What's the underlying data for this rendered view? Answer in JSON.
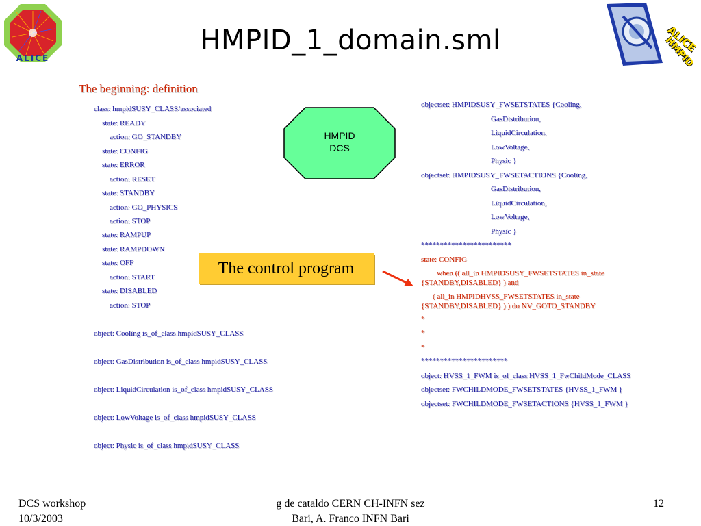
{
  "title": "HMPID_1_domain.sml",
  "section_heading": "The beginning: definition",
  "left_lines": [
    "class: hmpidSUSY_CLASS/associated",
    "state: READY",
    "action: GO_STANDBY",
    "state: CONFIG",
    "state: ERROR",
    "action: RESET",
    "state: STANDBY",
    "action: GO_PHYSICS",
    "action: STOP",
    "state: RAMPUP",
    "state: RAMPDOWN",
    "state: OFF",
    "action: START",
    "state: DISABLED",
    "action: STOP"
  ],
  "objects": [
    "object: Cooling is_of_class hmpidSUSY_CLASS",
    "object: GasDistribution is_of_class hmpidSUSY_CLASS",
    "object: LiquidCirculation is_of_class hmpidSUSY_CLASS",
    "object: LowVoltage is_of_class hmpidSUSY_CLASS",
    "object: Physic is_of_class hmpidSUSY_CLASS"
  ],
  "octagon": {
    "line1": "HMPID",
    "line2": "DCS",
    "fill": "#66ff99"
  },
  "callout": "The control program",
  "right_lines": [
    "objectset: HMPIDSUSY_FWSETSTATES {Cooling,",
    "GasDistribution,",
    "LiquidCirculation,",
    "LowVoltage,",
    "Physic }",
    "objectset: HMPIDSUSY_FWSETACTIONS {Cooling,",
    "GasDistribution,",
    "LiquidCirculation,",
    "LowVoltage,",
    "Physic }",
    "************************",
    "state: CONFIG",
    "when (( all_in HMPIDSUSY_FWSETSTATES in_state",
    "{STANDBY,DISABLED} ) and",
    "( all_in HMPIDHVSS_FWSETSTATES in_state",
    "{STANDBY,DISABLED} ) ) do NV_GOTO_STANDBY",
    "*",
    "*",
    "*",
    "***********************",
    "object: HVSS_1_FWM is_of_class HVSS_1_FwChildMode_CLASS",
    "objectset: FWCHILDMODE_FWSETSTATES {HVSS_1_FWM }",
    "objectset: FWCHILDMODE_FWSETACTIONS {HVSS_1_FWM }"
  ],
  "footer": {
    "left1": "DCS workshop",
    "left2": "10/3/2003",
    "center1": "g de cataldo CERN CH-INFN sez",
    "center2": "Bari, A. Franco INFN Bari",
    "page": "12"
  },
  "logos": {
    "left_text": "ALICE",
    "right_line1": "ALICE",
    "right_line2": "HMPID"
  },
  "colors": {
    "code": "#1a1aa0",
    "accent_red": "#cc2200",
    "callout": "#ffcc33"
  }
}
